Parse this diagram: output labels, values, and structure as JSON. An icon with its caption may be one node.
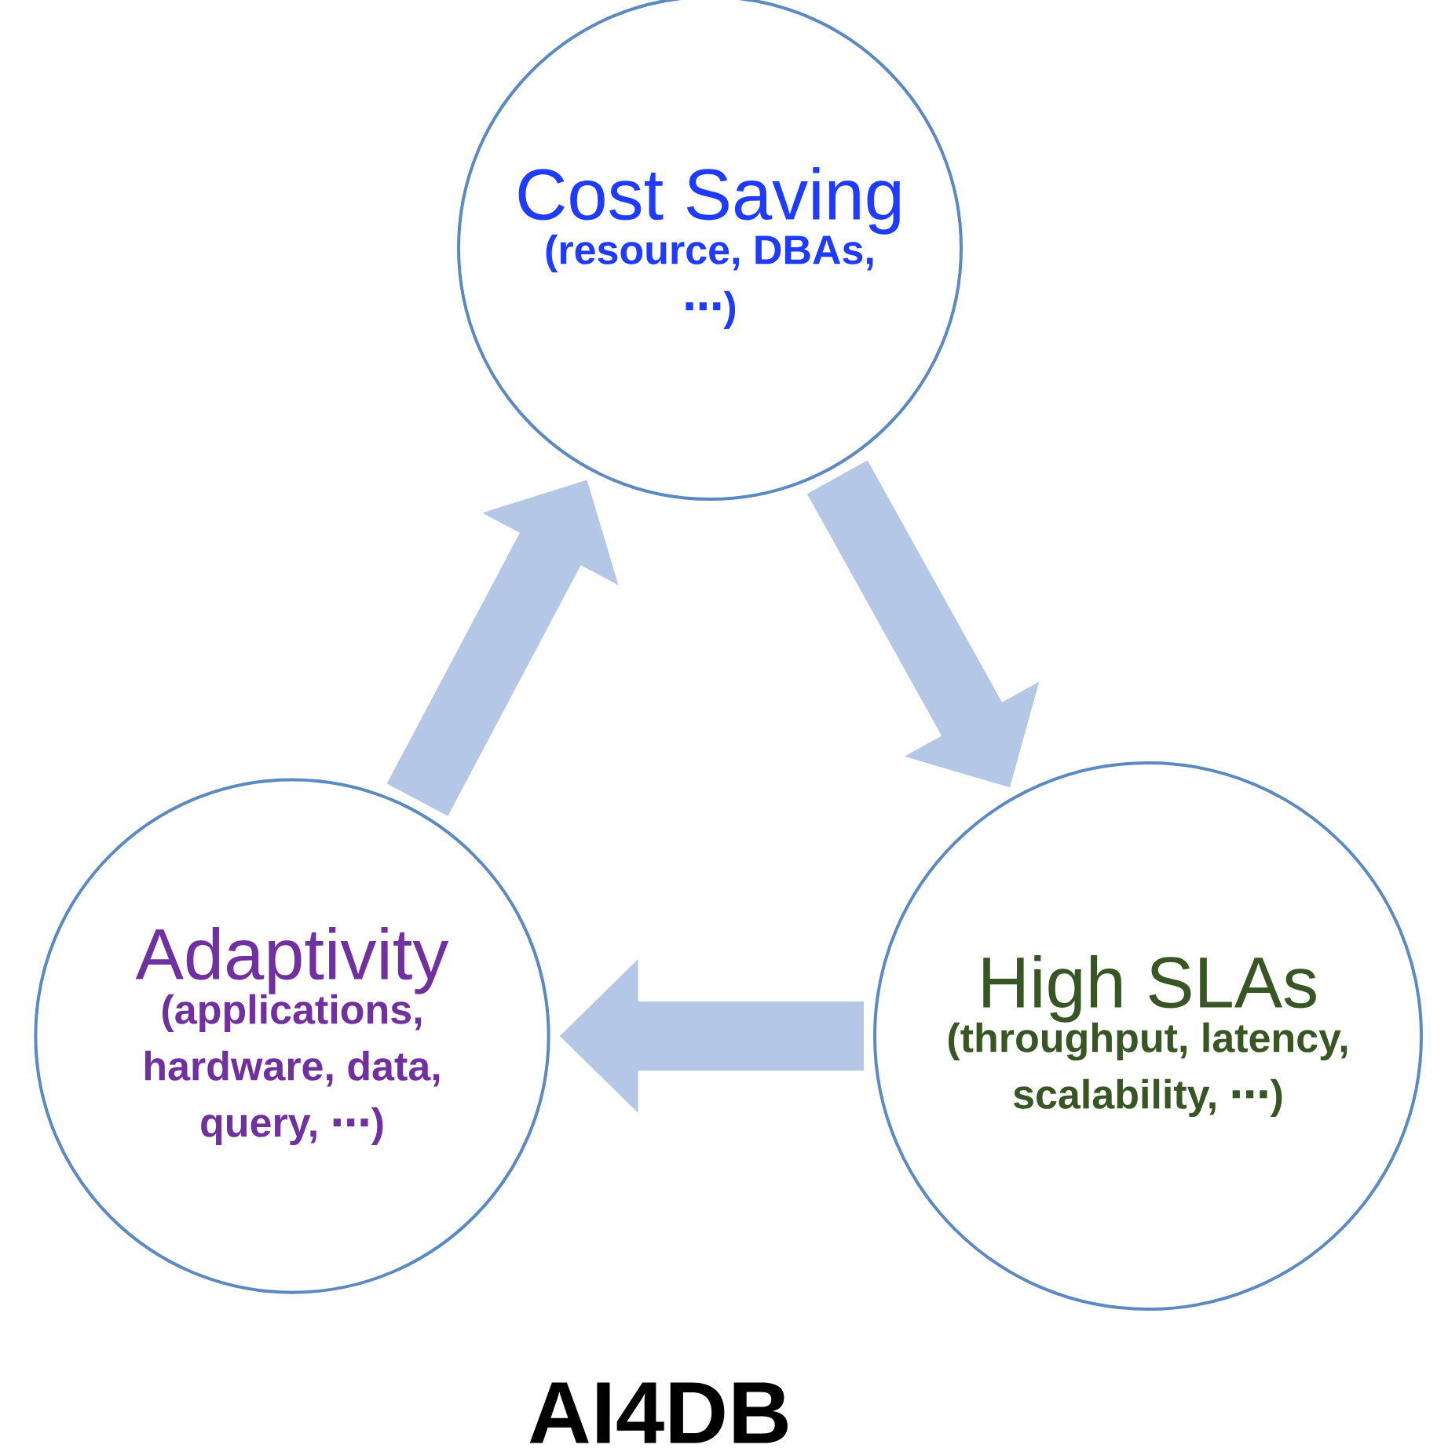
{
  "diagram": {
    "title": "AI4DB",
    "nodes": [
      {
        "text": [
          "Cost Saving",
          "(resource, DBAs, ⋯)"
        ]
      },
      {
        "text": [
          "High SLAs",
          "(throughput, latency, scalability, ⋯)"
        ]
      },
      {
        "text": [
          "Adaptivity",
          "(applications, hardware, data, query, ⋯)"
        ]
      }
    ],
    "edges": [
      {
        "from": 0,
        "to": 1,
        "arrow": "to"
      },
      {
        "from": 1,
        "to": 2,
        "arrow": "to"
      },
      {
        "from": 2,
        "to": 0,
        "arrow": "to"
      }
    ]
  }
}
